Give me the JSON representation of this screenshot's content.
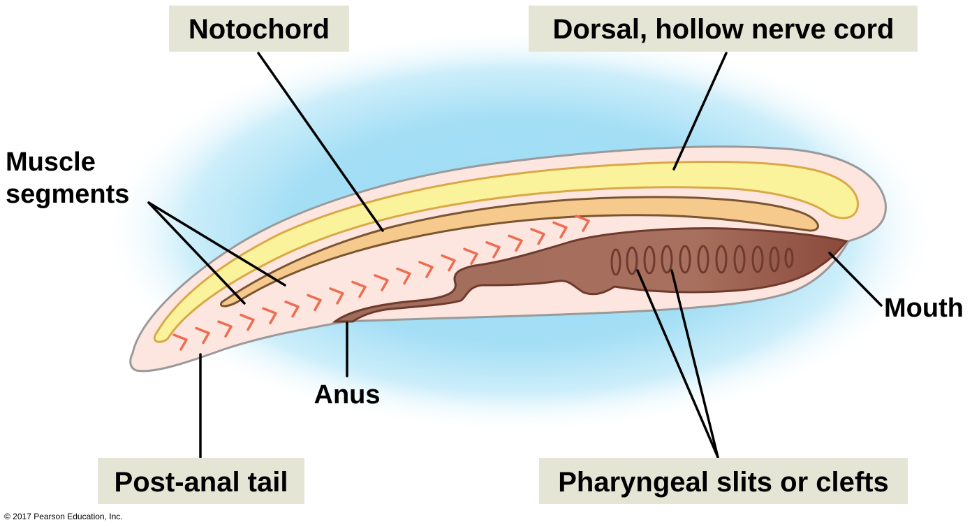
{
  "colors": {
    "background_glow": "#9fdcf4",
    "body_fill": "#fde6df",
    "nerve_cord": "#fbf29c",
    "notochord": "#f6c98c",
    "gut": "#a8705e",
    "muscle_chevrons": "#ee6c50",
    "label_box": "#e5e5d6"
  },
  "labels": {
    "notochord": "Notochord",
    "nerve_cord": "Dorsal, hollow nerve cord",
    "muscle_line1": "Muscle",
    "muscle_line2": "segments",
    "mouth": "Mouth",
    "anus": "Anus",
    "tail": "Post-anal tail",
    "pharyngeal": "Pharyngeal slits or clefts"
  },
  "footer": {
    "copyright": "© 2017 Pearson Education, Inc."
  }
}
